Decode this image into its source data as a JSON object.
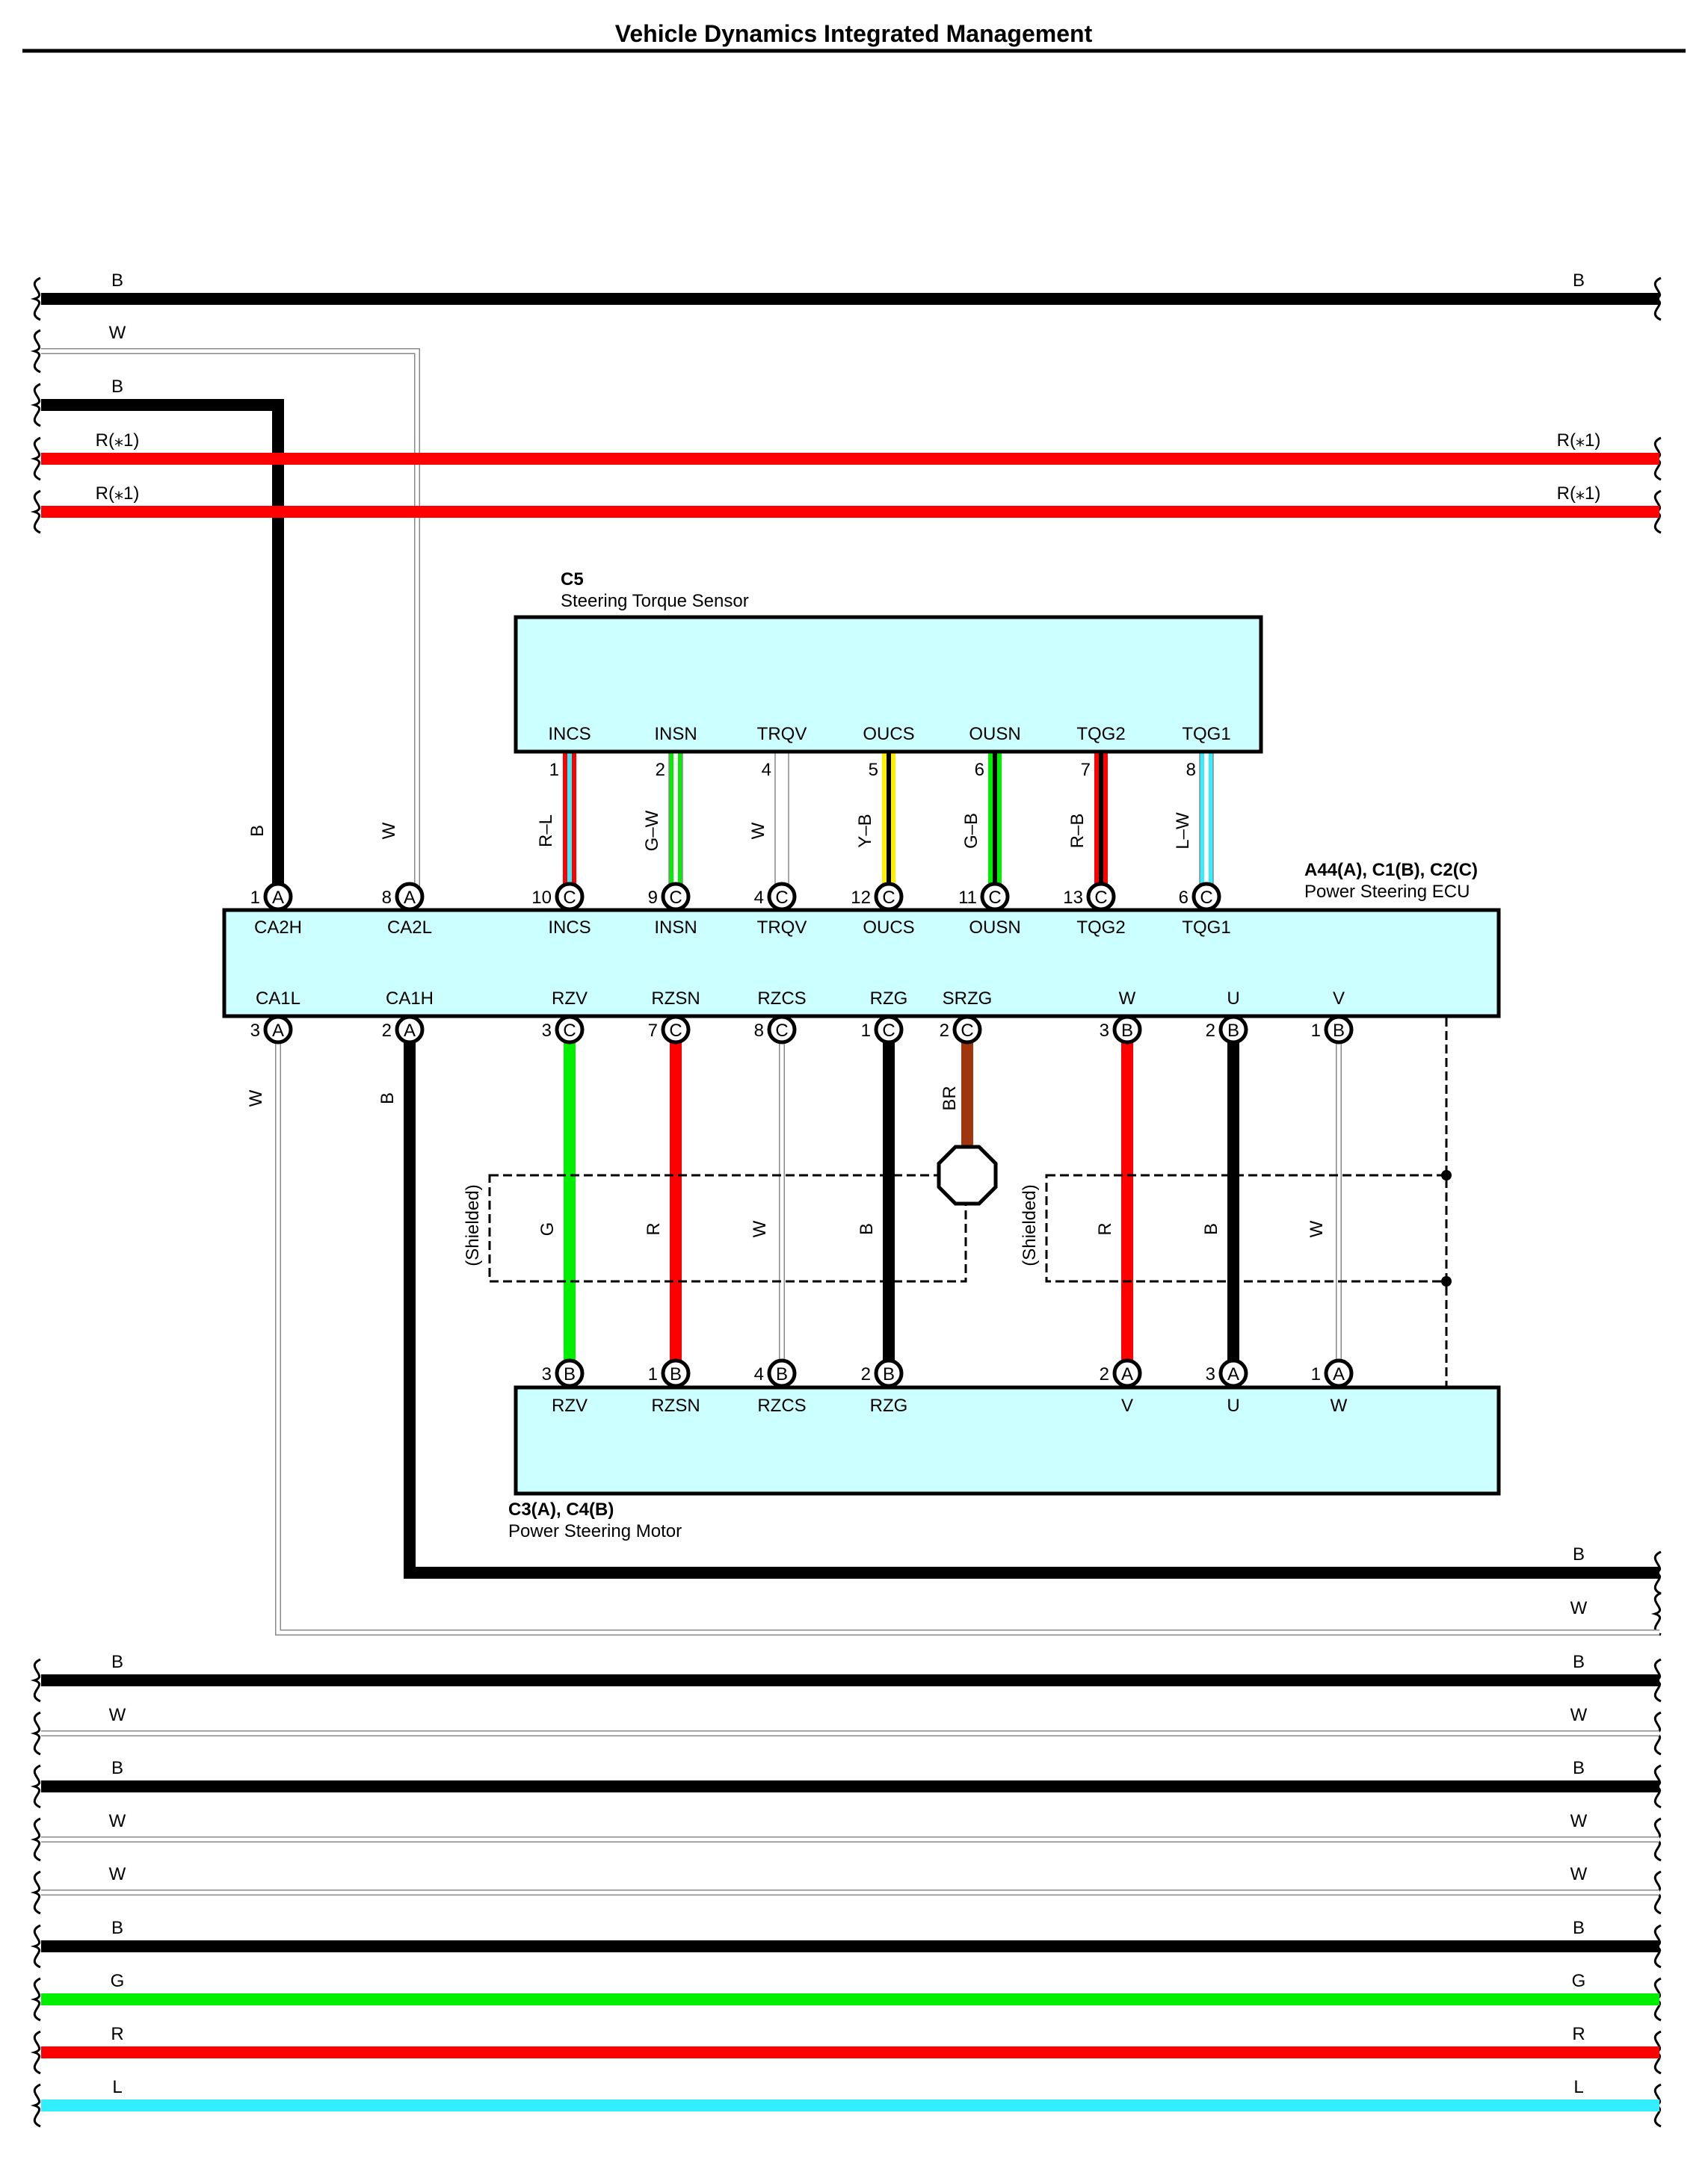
{
  "title": "Vehicle Dynamics Integrated Management",
  "colors": {
    "B": "#000000",
    "W": "#ffffff",
    "R": "#ff0000",
    "G": "#00ee00",
    "L": "#33eeff",
    "Y": "#ffee00",
    "BR": "#a0360d",
    "box": "#ccffff"
  },
  "top_buses": [
    {
      "left": "B",
      "right": "B",
      "color": "B",
      "through": true
    },
    {
      "left": "W",
      "right": "",
      "color": "W",
      "through": false
    },
    {
      "left": "B",
      "right": "",
      "color": "B",
      "through": false
    },
    {
      "left": "R(⁎1)",
      "right": "R(⁎1)",
      "color": "R",
      "through": true
    },
    {
      "left": "R(⁎1)",
      "right": "R(⁎1)",
      "color": "R",
      "through": true
    }
  ],
  "bottom_buses": [
    {
      "left": "B",
      "right": "B",
      "color": "B"
    },
    {
      "left": "W",
      "right": "W",
      "color": "W"
    },
    {
      "left": "B",
      "right": "B",
      "color": "B"
    },
    {
      "left": "W",
      "right": "W",
      "color": "W"
    },
    {
      "left": "W",
      "right": "W",
      "color": "W"
    },
    {
      "left": "B",
      "right": "B",
      "color": "B"
    },
    {
      "left": "G",
      "right": "G",
      "color": "G"
    },
    {
      "left": "R",
      "right": "R",
      "color": "R"
    },
    {
      "left": "L",
      "right": "L",
      "color": "L"
    }
  ],
  "mid_right_labels": [
    "B",
    "W"
  ],
  "torque_sensor": {
    "code": "C5",
    "name": "Steering Torque Sensor",
    "terminals": [
      {
        "name": "INCS",
        "pin": "1",
        "wire": "R–L",
        "c1": "R",
        "c2": "L"
      },
      {
        "name": "INSN",
        "pin": "2",
        "wire": "G–W",
        "c1": "G",
        "c2": "W"
      },
      {
        "name": "TRQV",
        "pin": "4",
        "wire": "W",
        "c1": "W",
        "c2": "W"
      },
      {
        "name": "OUCS",
        "pin": "5",
        "wire": "Y–B",
        "c1": "Y",
        "c2": "B"
      },
      {
        "name": "OUSN",
        "pin": "6",
        "wire": "G–B",
        "c1": "G",
        "c2": "B"
      },
      {
        "name": "TQG2",
        "pin": "7",
        "wire": "R–B",
        "c1": "R",
        "c2": "B"
      },
      {
        "name": "TQG1",
        "pin": "8",
        "wire": "L–W",
        "c1": "L",
        "c2": "W"
      }
    ]
  },
  "ecu": {
    "code": "A44(A), C1(B), C2(C)",
    "name": "Power Steering ECU",
    "top_left": [
      {
        "name": "CA2H",
        "pin": "1",
        "conn": "A",
        "wire": "B"
      },
      {
        "name": "CA2L",
        "pin": "8",
        "conn": "A",
        "wire": "W"
      }
    ],
    "top_pins": [
      "10",
      "9",
      "4",
      "12",
      "11",
      "13",
      "6"
    ],
    "bottom_left": [
      {
        "name": "CA1L",
        "pin": "3",
        "conn": "A",
        "wire": "W"
      },
      {
        "name": "CA1H",
        "pin": "2",
        "conn": "A",
        "wire": "B"
      }
    ],
    "bottom": [
      {
        "name": "RZV",
        "pin": "3",
        "conn": "C",
        "wire": "G"
      },
      {
        "name": "RZSN",
        "pin": "7",
        "conn": "C",
        "wire": "R"
      },
      {
        "name": "RZCS",
        "pin": "8",
        "conn": "C",
        "wire": "W"
      },
      {
        "name": "RZG",
        "pin": "1",
        "conn": "C",
        "wire": "B"
      },
      {
        "name": "SRZG",
        "pin": "2",
        "conn": "C",
        "wire": "BR"
      },
      {
        "name": "W",
        "pin": "3",
        "conn": "B",
        "wire": "R"
      },
      {
        "name": "U",
        "pin": "2",
        "conn": "B",
        "wire": "B"
      },
      {
        "name": "V",
        "pin": "1",
        "conn": "B",
        "wire": "W"
      }
    ]
  },
  "shielded_label": "(Shielded)",
  "motor": {
    "code": "C3(A), C4(B)",
    "name": "Power Steering Motor",
    "terminals": [
      {
        "name": "RZV",
        "pin": "3",
        "conn": "B"
      },
      {
        "name": "RZSN",
        "pin": "1",
        "conn": "B"
      },
      {
        "name": "RZCS",
        "pin": "4",
        "conn": "B"
      },
      {
        "name": "RZG",
        "pin": "2",
        "conn": "B"
      },
      {
        "name": "V",
        "pin": "2",
        "conn": "A"
      },
      {
        "name": "U",
        "pin": "3",
        "conn": "A"
      },
      {
        "name": "W",
        "pin": "1",
        "conn": "A"
      }
    ]
  }
}
